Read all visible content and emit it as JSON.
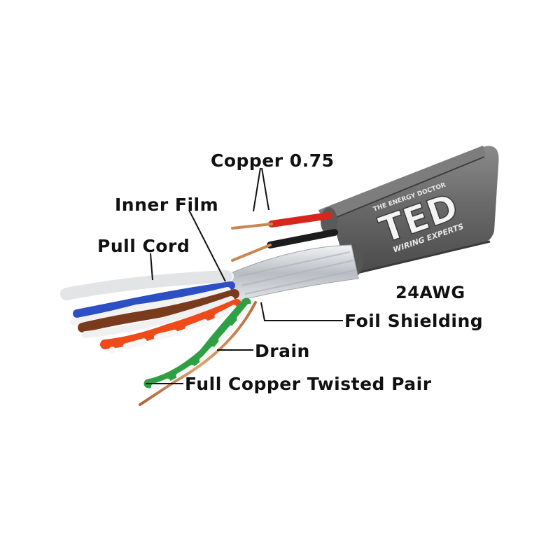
{
  "labels": {
    "copper": "Copper 0.75",
    "inner_film": "Inner Film",
    "pull_cord": "Pull Cord",
    "gauge": "24AWG",
    "foil_shielding": "Foil Shielding",
    "drain": "Drain",
    "twisted_pair": "Full Copper Twisted Pair"
  },
  "jacket_print": {
    "brand": "TED",
    "tagline_top": "THE ENERGY DOCTOR",
    "tagline_bottom": "WIRING EXPERTS"
  },
  "colors": {
    "jacket": "#6b6b6b",
    "foil": "#c9ccd1",
    "copper": "#c88652",
    "red_wire": "#d8261c",
    "black_wire": "#1c1c1c",
    "green_wire": "#2ea043",
    "orange_wire": "#ee4a1a",
    "brown_wire": "#7a3b1d",
    "blue_wire": "#2c4fc4",
    "text": "#111111"
  }
}
